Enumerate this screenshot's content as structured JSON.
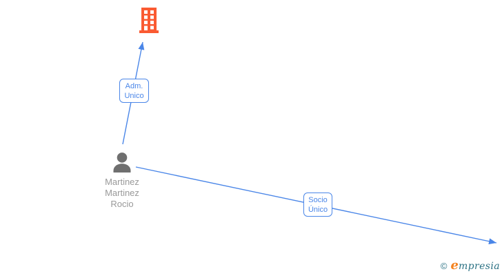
{
  "colors": {
    "edge_blue": "#4a86e8",
    "building_orange": "#fa5a32",
    "person_gray": "#6f6f6f",
    "name_gray": "#999999",
    "logo_teal": "#2a7183",
    "logo_orange": "#f4821f"
  },
  "diagram": {
    "company_node": {
      "icon": "building-icon"
    },
    "person_node": {
      "icon": "person-icon",
      "name_lines": [
        "Martinez",
        "Martinez",
        "Rocio"
      ]
    },
    "edges": [
      {
        "relation_lines": [
          "Adm.",
          "Unico"
        ]
      },
      {
        "relation_lines": [
          "Socio",
          "Único"
        ]
      }
    ]
  },
  "footer": {
    "copyright_symbol": "©",
    "brand_initial": "e",
    "brand_rest": "mpresia"
  }
}
